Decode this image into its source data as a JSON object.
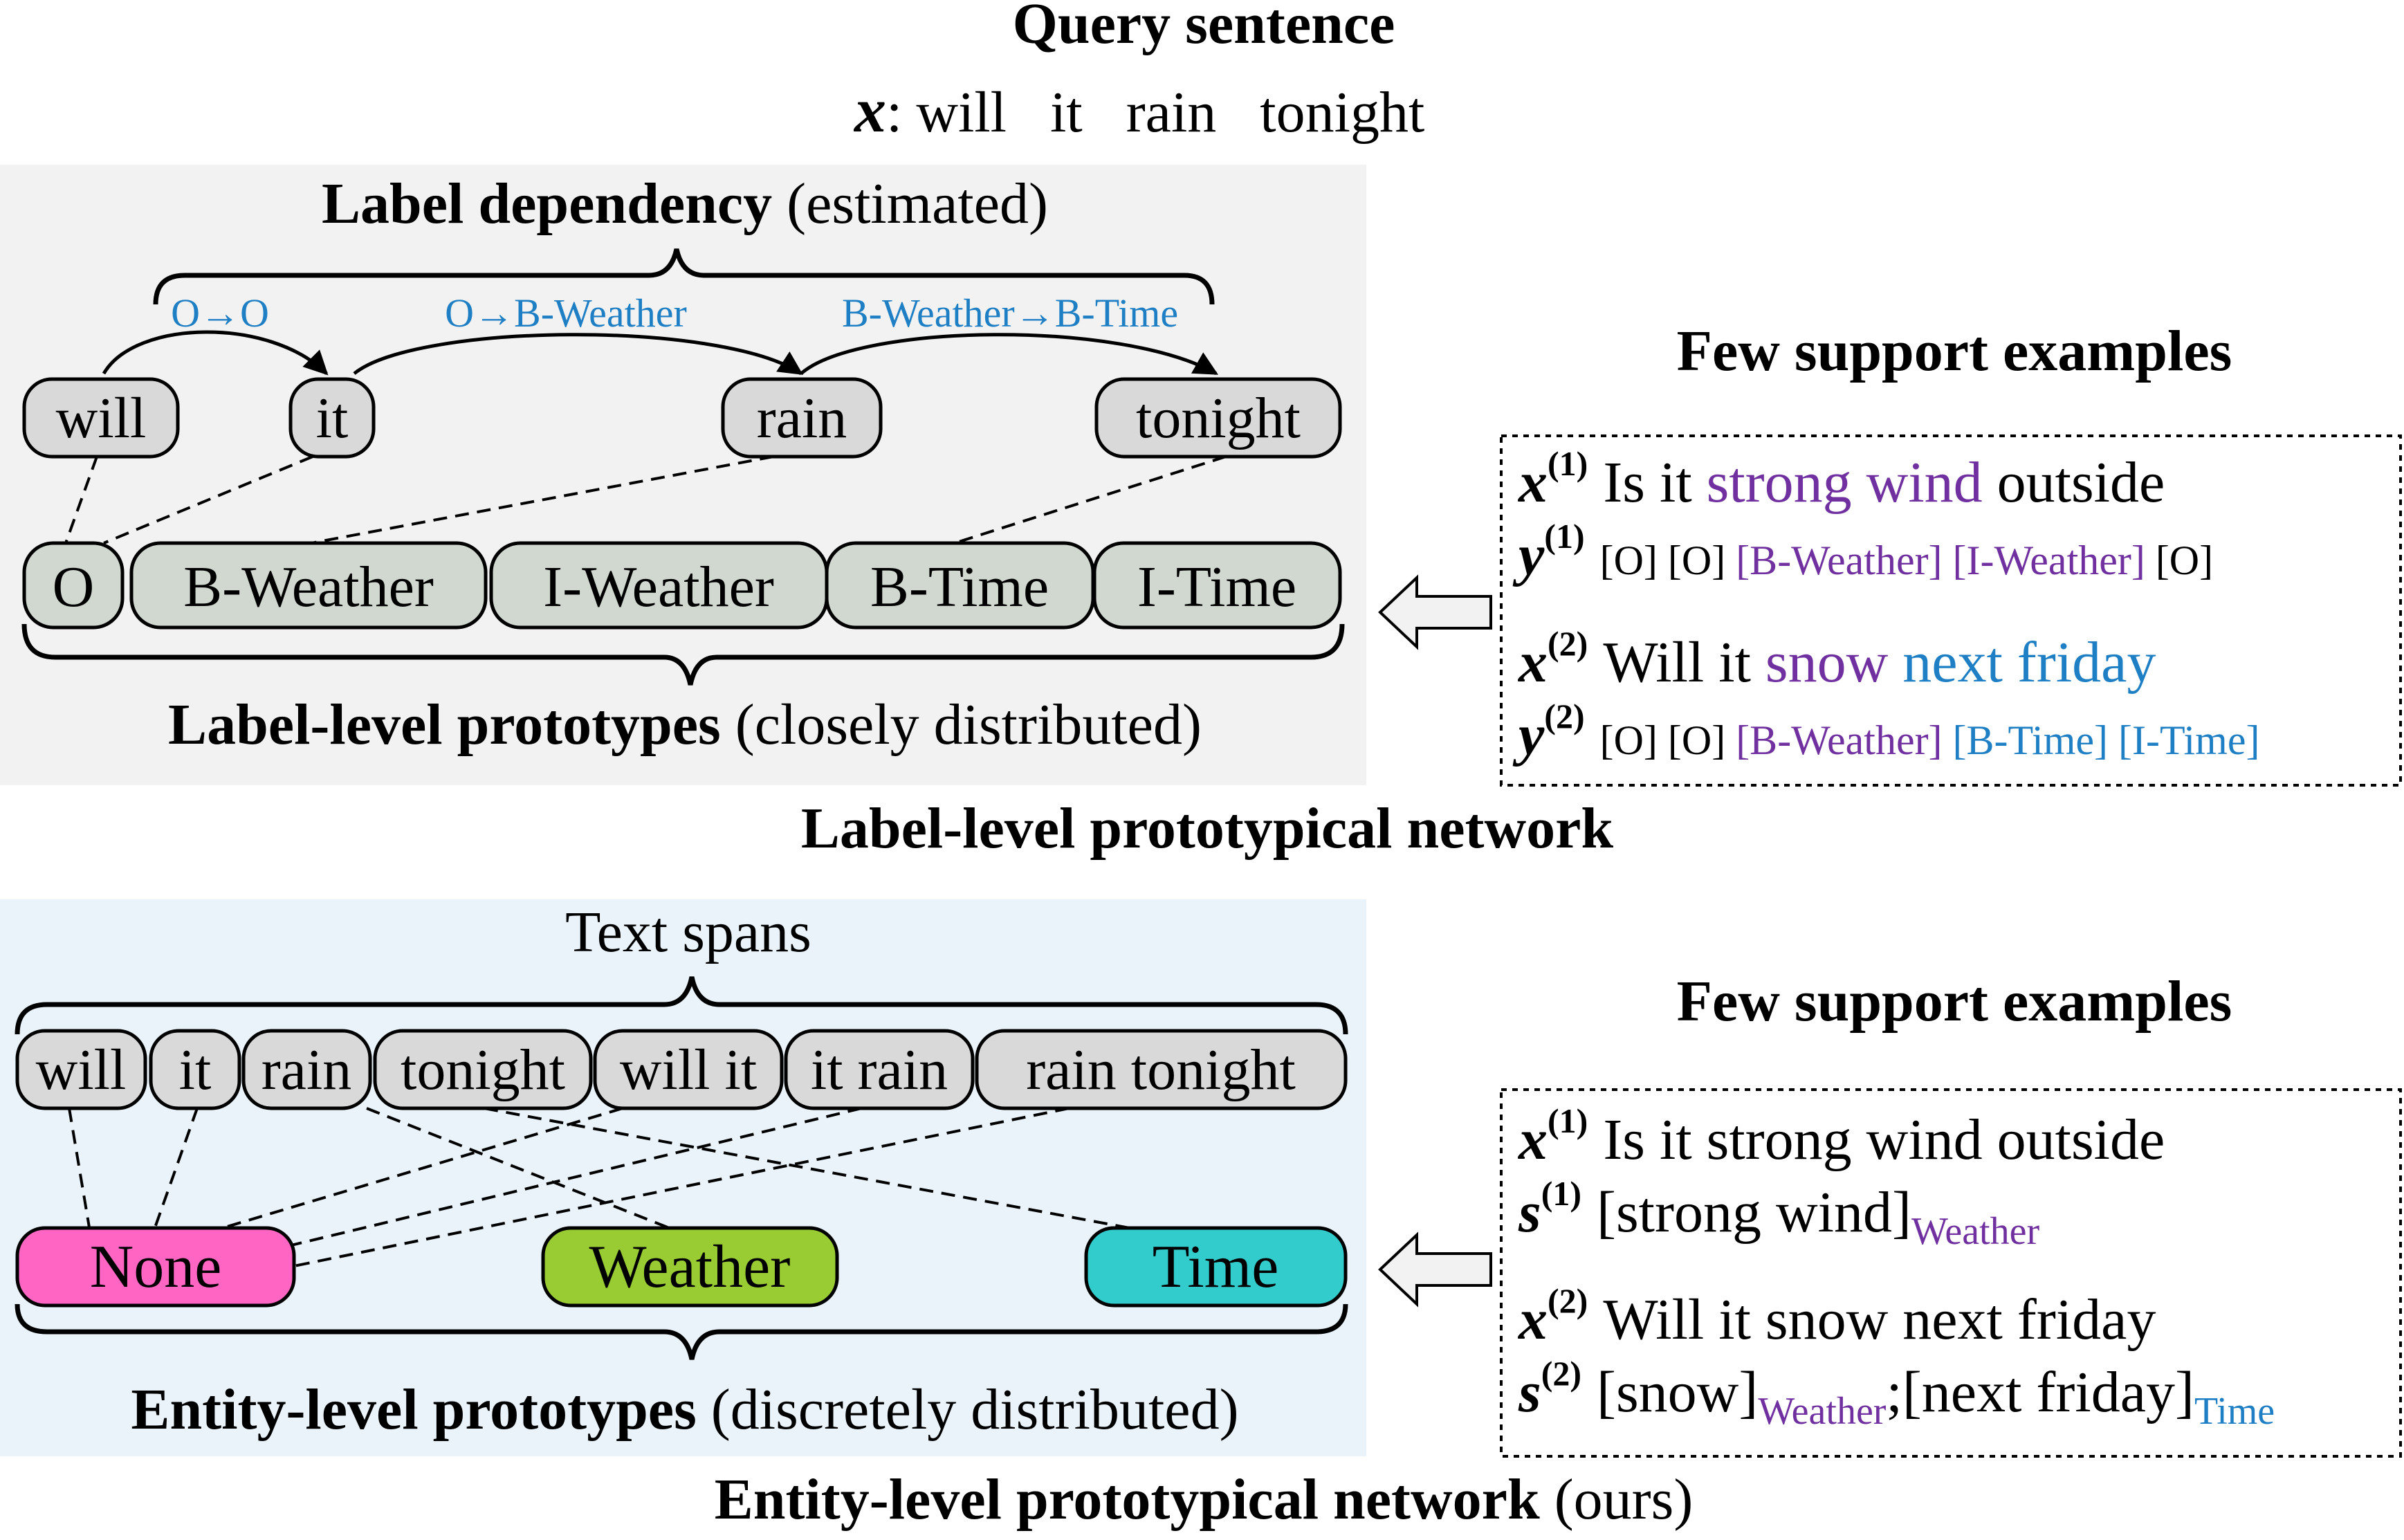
{
  "header": {
    "title": "Query sentence",
    "query_var": "x",
    "query_colon": ":",
    "query_words": "will   it   rain   tonight"
  },
  "top": {
    "dep_title_bold": "Label dependency",
    "dep_title_rest": " (estimated)",
    "transitions": [
      "O→O",
      "O→B-Weather",
      "B-Weather→B-Time"
    ],
    "tokens": [
      "will",
      "it",
      "rain",
      "tonight"
    ],
    "labels": [
      "O",
      "B-Weather",
      "I-Weather",
      "B-Time",
      "I-Time"
    ],
    "proto_bold": "Label-level prototypes",
    "proto_rest": " (closely distributed)",
    "network_title": "Label-level prototypical network",
    "support_title": "Few support examples",
    "support": {
      "x1_var": "x",
      "x1_sup": "(1)",
      "x1_a": "Is it ",
      "x1_b": "strong wind",
      "x1_c": " outside",
      "y1_var": "y",
      "y1_sup": "(1)",
      "y1_a": "[O] [O] ",
      "y1_b": "[B-Weather] [I-Weather]",
      "y1_c": " [O]",
      "x2_var": "x",
      "x2_sup": "(2)",
      "x2_a": "Will it ",
      "x2_b": "snow",
      "x2_c": " next friday",
      "y2_var": "y",
      "y2_sup": "(2)",
      "y2_a": "[O] [O] ",
      "y2_b": "[B-Weather]",
      "y2_c": " [B-Time] [I-Time]"
    }
  },
  "bottom": {
    "spans_title": "Text spans",
    "spans": [
      "will",
      "it",
      "rain",
      "tonight",
      "will it",
      "it rain",
      "rain tonight"
    ],
    "entities": [
      "None",
      "Weather",
      "Time"
    ],
    "proto_bold": "Entity-level prototypes",
    "proto_rest": " (discretely distributed)",
    "network_bold": "Entity-level prototypical network",
    "network_rest": " (ours)",
    "support_title": "Few support examples",
    "support": {
      "x1_var": "x",
      "x1_sup": "(1)",
      "x1_text": "Is it strong wind outside",
      "s1_var": "s",
      "s1_sup": "(1)",
      "s1_text": "[strong wind]",
      "s1_sub": "Weather",
      "x2_var": "x",
      "x2_sup": "(2)",
      "x2_text": "Will it snow next friday",
      "s2_var": "s",
      "s2_sup": "(2)",
      "s2_text1": "[snow]",
      "s2_sub1": "Weather",
      "s2_sep": ";",
      "s2_text2": "[next friday]",
      "s2_sub2": "Time"
    }
  },
  "colors": {
    "purple": "#7030a0",
    "blue": "#1f7fc4",
    "none": "#ff66c4",
    "weather": "#99cc33",
    "time": "#33cccc",
    "top_panel": "#f2f2f2",
    "bottom_panel": "#eaf3f9"
  }
}
